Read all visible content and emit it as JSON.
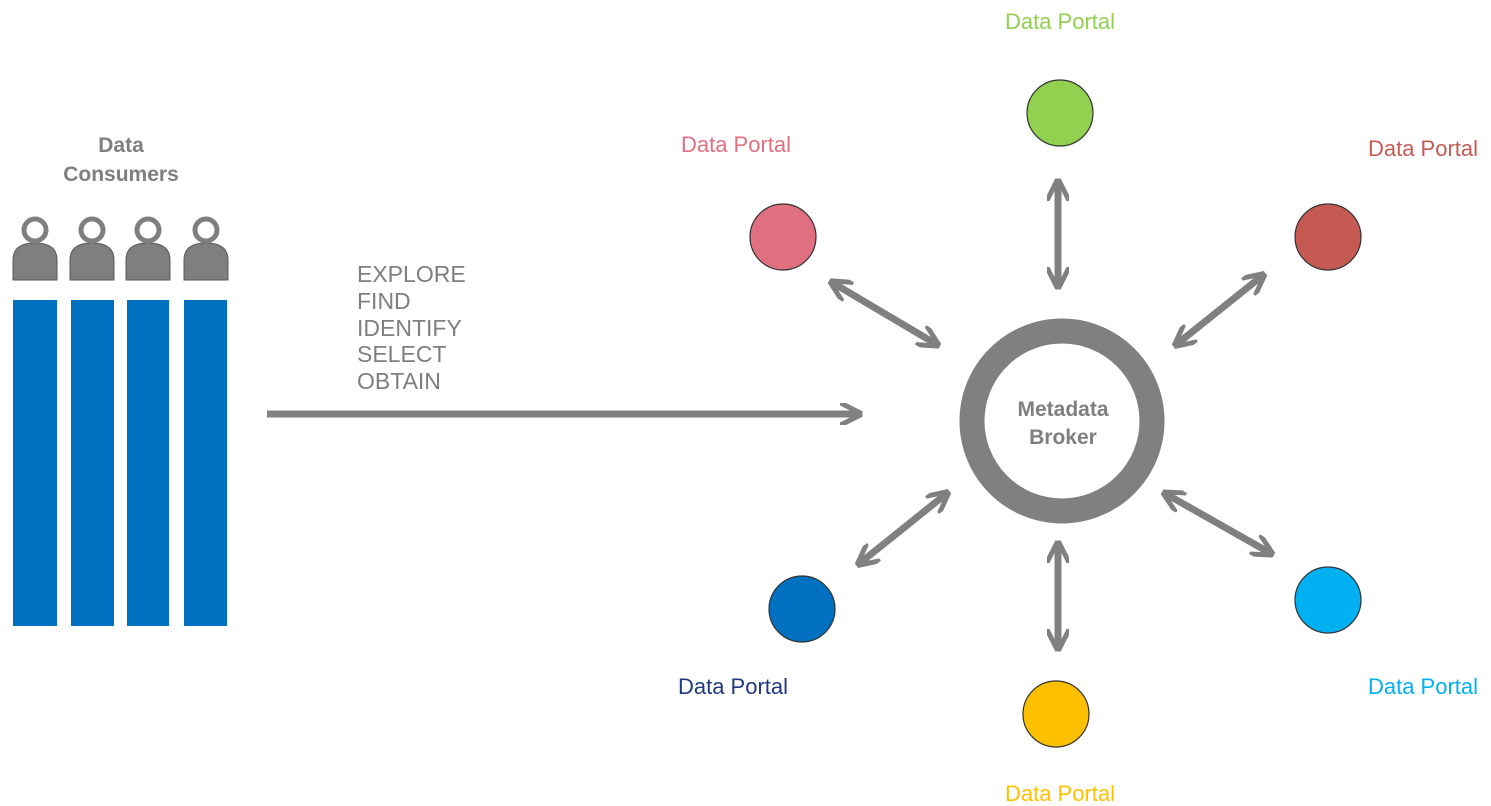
{
  "consumers": {
    "title_line1": "Data",
    "title_line2": "Consumers",
    "bar_color": "#0070C0",
    "person_color": "#7f7f7f",
    "icon": "person-icon"
  },
  "actions": [
    "EXPLORE",
    "FIND",
    "IDENTIFY",
    "SELECT",
    "OBTAIN"
  ],
  "broker": {
    "line1": "Metadata",
    "line2": "Broker",
    "ring_color": "#808080"
  },
  "arrow_color": "#808080",
  "portals": [
    {
      "id": "top",
      "label": "Data Portal",
      "fill": "#92D050",
      "label_color": "#92D050"
    },
    {
      "id": "upper-left",
      "label": "Data Portal",
      "fill": "#E07080",
      "label_color": "#E07080"
    },
    {
      "id": "upper-right",
      "label": "Data Portal",
      "fill": "#C55A53",
      "label_color": "#C55A53"
    },
    {
      "id": "lower-left",
      "label": "Data Portal",
      "fill": "#0070C0",
      "label_color": "#1F3A80"
    },
    {
      "id": "lower-right",
      "label": "Data Portal",
      "fill": "#00B0F0",
      "label_color": "#00B0F0"
    },
    {
      "id": "bottom",
      "label": "Data Portal",
      "fill": "#FFC000",
      "label_color": "#FFC000"
    }
  ]
}
